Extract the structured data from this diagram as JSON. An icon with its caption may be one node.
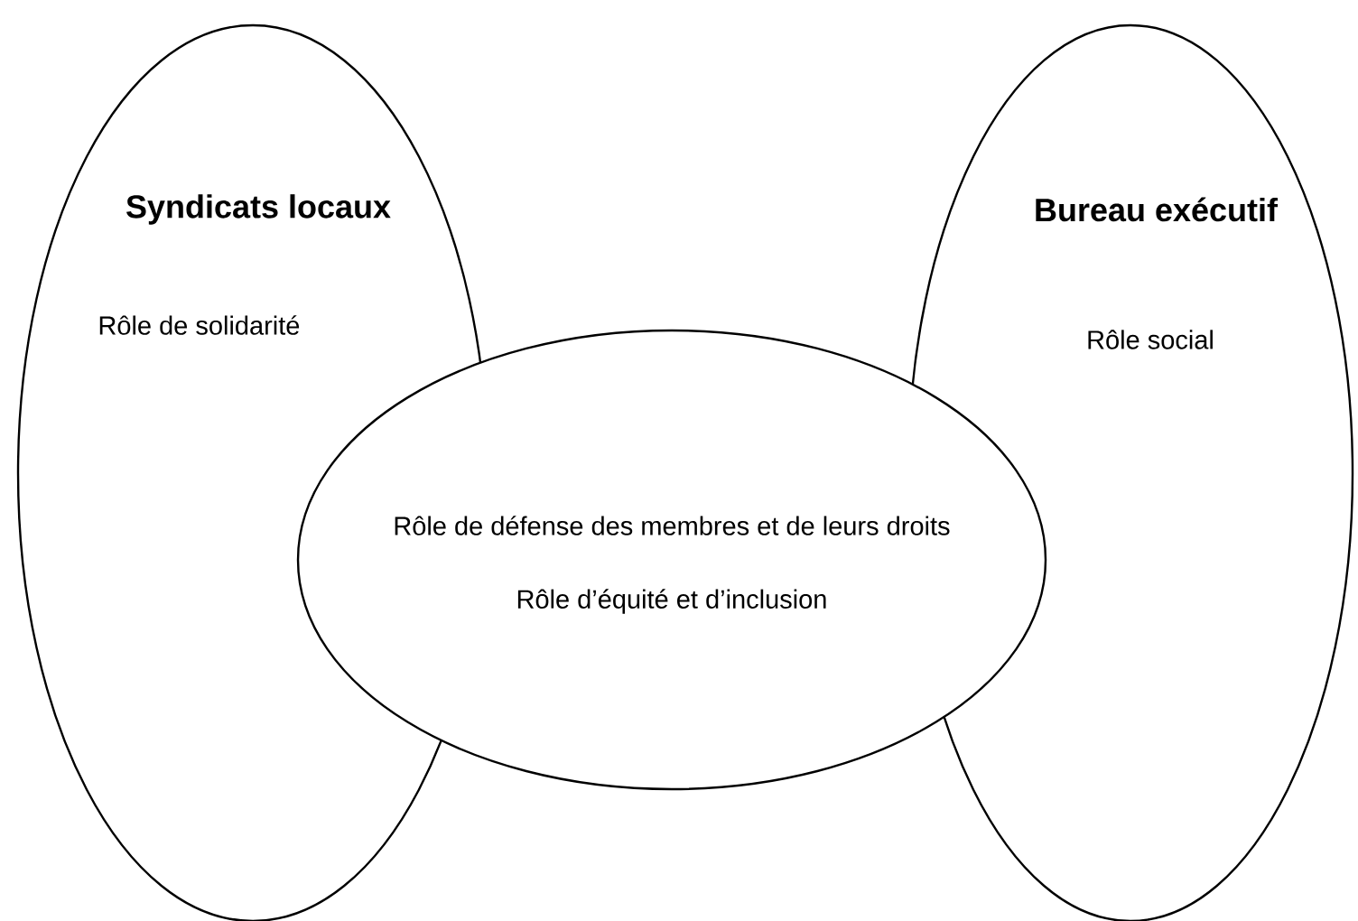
{
  "diagram": {
    "nodes": [
      {
        "text": [
          "Syndicats locaux",
          "Rôle de solidarité"
        ]
      },
      {
        "text": [
          "Bureau exécutif",
          "Rôle social"
        ]
      },
      {
        "text": [
          "Rôle de défense des membres et de leurs droits",
          "Rôle d’équité et d’inclusion"
        ]
      }
    ]
  }
}
